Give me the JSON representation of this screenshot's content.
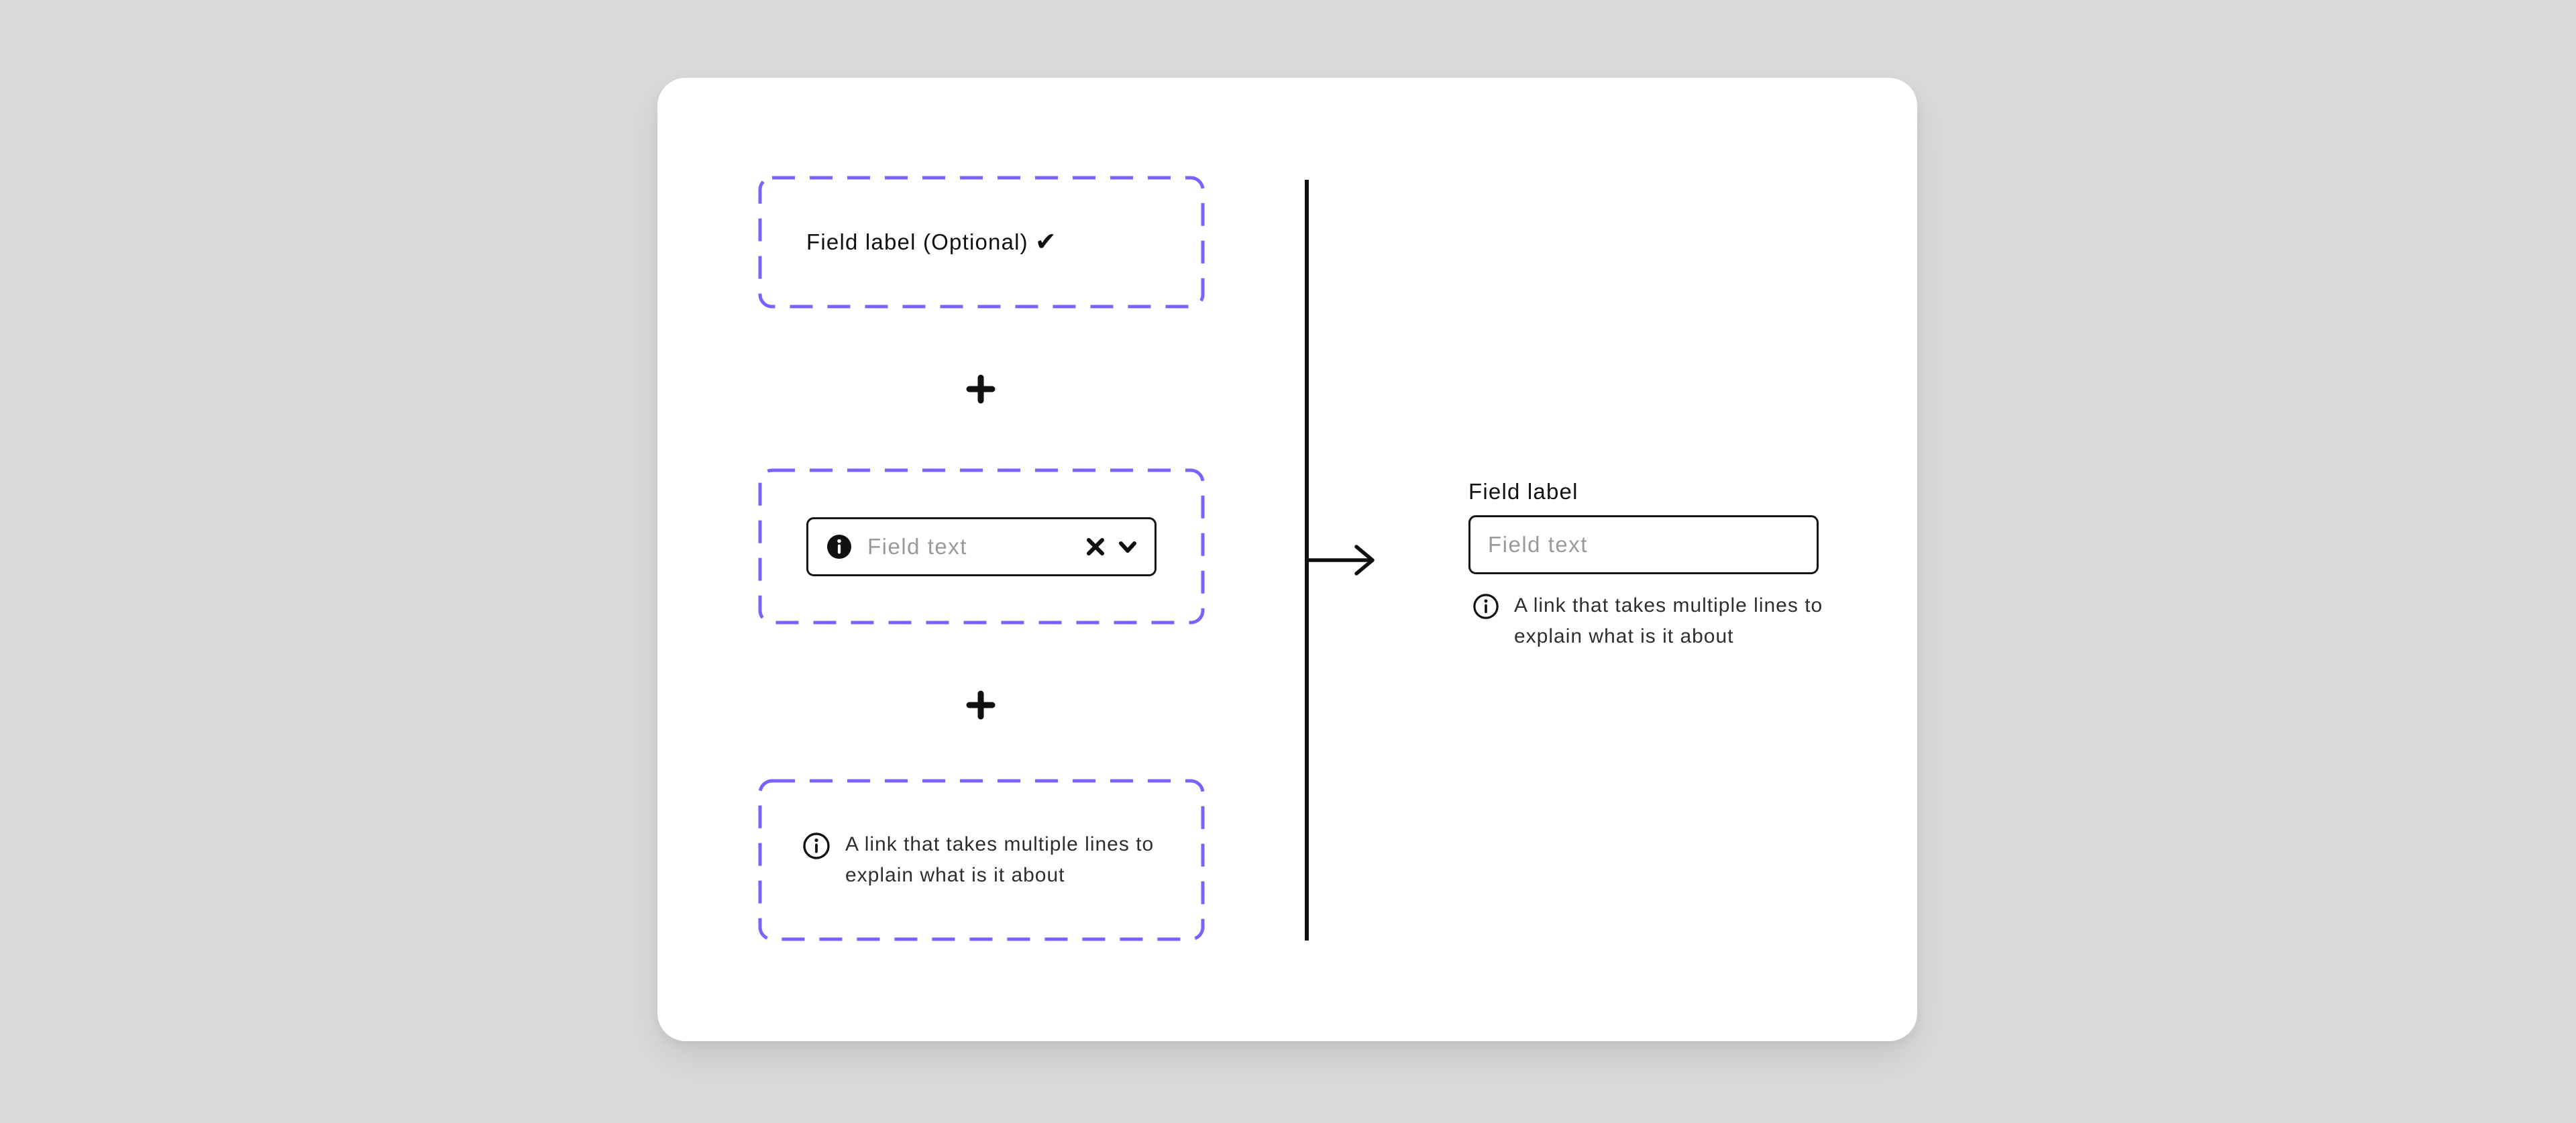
{
  "palette": {
    "background": "#dbdbdb",
    "card": "#ffffff",
    "accent": "#7b61ff",
    "ink": "#111111",
    "muted_text": "#9a9a9a"
  },
  "anatomy": {
    "label_part": {
      "text": "Field label (Optional)"
    },
    "input_part": {
      "placeholder": "Field text"
    },
    "helper_part": {
      "lines": [
        "A link that takes multiple lines to",
        "explain what is it about"
      ]
    }
  },
  "composed": {
    "label": "Field label",
    "placeholder": "Field text",
    "helper_lines": [
      "A link that takes multiple lines to",
      "explain what is it about"
    ]
  },
  "icons": {
    "check": "✔",
    "plus": "+",
    "close": "close-icon",
    "chevron_down": "chevron-down-icon",
    "info_filled": "info-filled-icon",
    "info_outline": "info-outline-icon",
    "arrow_right": "arrow-right-icon"
  }
}
